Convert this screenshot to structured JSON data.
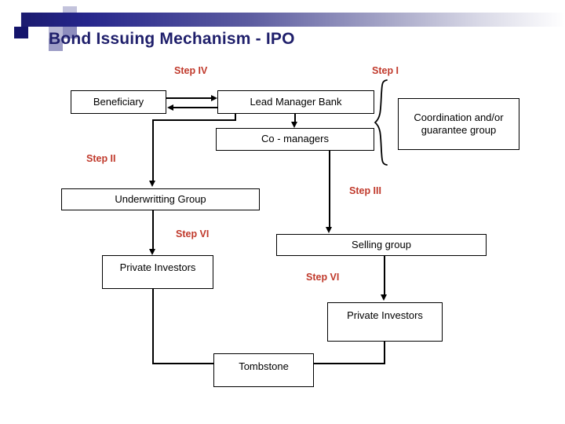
{
  "slide": {
    "title": "Bond Issuing Mechanism - IPO",
    "title_color": "#1f1f6b",
    "step_color": "#c0392b",
    "background": "#ffffff"
  },
  "header": {
    "gradient_from": "#1b1b6f",
    "gradient_to": "#ffffff",
    "decoration": "square-mosaic"
  },
  "steps": [
    {
      "id": "step-4",
      "label": "Step IV"
    },
    {
      "id": "step-1",
      "label": "Step I"
    },
    {
      "id": "step-2",
      "label": "Step II"
    },
    {
      "id": "step-3",
      "label": "Step III"
    },
    {
      "id": "step-6-left",
      "label": "Step VI"
    },
    {
      "id": "step-6-right",
      "label": "Step VI"
    }
  ],
  "nodes": [
    {
      "id": "beneficiary",
      "label": "Beneficiary"
    },
    {
      "id": "lead-manager-bank",
      "label": "Lead Manager Bank"
    },
    {
      "id": "co-managers",
      "label": "Co - managers"
    },
    {
      "id": "coordination-group",
      "label": "Coordination and/or guarantee group"
    },
    {
      "id": "underwritting-group",
      "label": "Underwritting Group"
    },
    {
      "id": "selling-group",
      "label": "Selling group"
    },
    {
      "id": "private-investors-left",
      "label": "Private Investors"
    },
    {
      "id": "private-investors-right",
      "label": "Private Investors"
    },
    {
      "id": "tombstone",
      "label": "Tombstone"
    }
  ]
}
